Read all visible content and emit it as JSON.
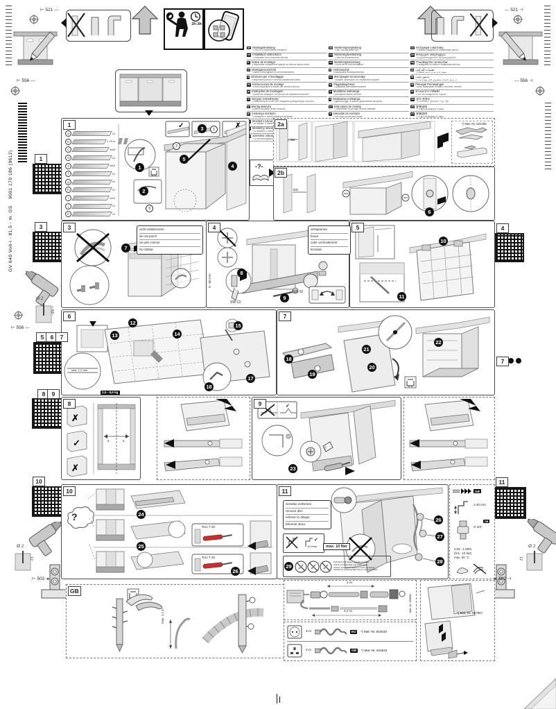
{
  "meta": {
    "doc_vertical": "GV 640 Voll-I - 81,5 - m. GS",
    "doc_number": "9001 170 186 (9612)"
  },
  "dims": {
    "d521": "521",
    "d556": "556",
    "d502": "502",
    "drill_dia": "Ø 2",
    "drill_depth": "12"
  },
  "topbar": {
    "time": "2h-3h"
  },
  "languages": {
    "col1": [
      {
        "code": "de",
        "name": "Montageanleitung",
        "note": "*) nur für Kundendienst erhältlich"
      },
      {
        "code": "en",
        "name": "Installation instructions",
        "note": "*) Available from customer service"
      },
      {
        "code": "fr",
        "name": "Notice de montage",
        "note": "*) disponible uniquement auprès du service après-vente"
      },
      {
        "code": "nl",
        "name": "Montagevoorschrift",
        "note": "*) alleen verkrijgbaar bij de servicedienst"
      },
      {
        "code": "it",
        "name": "Istruzioni per il montaggio",
        "note": "*) disponibili presso il servizio assistenza clienti"
      },
      {
        "code": "es",
        "name": "Instrucciones de montaje",
        "note": "*) solo disponible a través del servicio técnico"
      },
      {
        "code": "pt",
        "name": "Instruções de montagem",
        "note": "*) pode ser adquirido no serviço de assistência técnica"
      },
      {
        "code": "el",
        "name": "Οδηγίες τοποθέτησης",
        "note": "*) διατίθεται μόνο από την υπηρεσία εξυπηρέτησης πελατών"
      },
      {
        "code": "tr",
        "name": "Montaj kılavuzu",
        "note": "*) yetkili servisten temin edilebilir"
      },
      {
        "code": "pl",
        "name": "Instrukcja montażu",
        "note": "*) dostępna w autoryzowanym serwisie"
      },
      {
        "code": "cs",
        "name": "Montážní návod",
        "note": "*) k dostání u zákaznického servisu"
      },
      {
        "code": "sk",
        "name": "Montážny návod",
        "note": "*) k dostaniu v zákazníckom servise"
      },
      {
        "code": "hu",
        "name": "Szerelési útmutató",
        "note": "*) a vevőszolgálatnál kapható"
      }
    ],
    "col2": [
      {
        "code": "da",
        "name": "Monteringsvejledning",
        "note": "*) fås hos kundeservice"
      },
      {
        "code": "no",
        "name": "Monteringsveiledning",
        "note": "*) fås hos kundeservice"
      },
      {
        "code": "sv",
        "name": "Monteringsanvisning",
        "note": "*) finns att få hos kundtjänst"
      },
      {
        "code": "fi",
        "name": "Asennusohje",
        "note": "*) saatavana huoltopalvelusta"
      },
      {
        "code": "ru",
        "name": "Инструкция по монтажу",
        "note": "*) можно приобрести в сервисной службе"
      },
      {
        "code": "et",
        "name": "Paigaldusjuhend",
        "note": "*) saadaval klienditeenindusest"
      },
      {
        "code": "lv",
        "name": "Montāžas instrukcija",
        "note": "*) pieejama klientu servisā"
      },
      {
        "code": "lt",
        "name": "Montavimo instrukcija",
        "note": "*) galima įsigyti iš klientų aptarnavimo tarnybos"
      },
      {
        "code": "ro",
        "name": "Instrucţiuni de montaj",
        "note": "*) disponibile la unităţile service abilitate"
      },
      {
        "code": "sl",
        "name": "Navodila za montažo",
        "note": "*) na voljo pri servisni službi"
      },
      {
        "code": "hr",
        "name": "Upute za montažu",
        "note": "*) dostupno u servisnoj službi"
      },
      {
        "code": "sr",
        "name": "Uputstvo za montažu",
        "note": "*) dostupno u korisničkom servisu"
      },
      {
        "code": "bs",
        "name": "Uputstvo za montažu",
        "note": "*) dostupno kod korisničkog servisa"
      }
    ],
    "col3": [
      {
        "code": "uk",
        "name": "Інструкція з монтажу",
        "note": "*) можна придбати в сервісному центрі"
      },
      {
        "code": "ka",
        "name": "მონტაჟის ინსტრუქცია",
        "note": "*) ხელმისაწვდომია სერვისცენტრში"
      },
      {
        "code": "bg",
        "name": "Ръководство за монтаж",
        "note": "*) предлага се само в сервизния център"
      },
      {
        "code": "ar",
        "name": "تعليمات التركيب",
        "note": "*) متوفر لدى مركز خدمة العملاء"
      },
      {
        "code": "fa",
        "name": "دستور نصب",
        "note": "*) از مرکز خدمات مشتریان قابل تهیه است"
      },
      {
        "code": "id",
        "name": "Petunjuk Pemasangan",
        "note": "*) bisa didapatkan melalui Customer Service"
      },
      {
        "code": "th",
        "name": "คำแนะนำการติดตั้ง",
        "note": "*) มีจำหน่ายที่ศูนย์บริการลูกค้า"
      },
      {
        "code": "ko",
        "name": "설치 설명서",
        "note": "*) 고객서비스 센터에서 구입 가능"
      },
      {
        "code": "zh",
        "name": "安装说明",
        "note": "*) 只能向售后服务中心购买"
      },
      {
        "code": "zh",
        "name": "安裝說明",
        "note": "*) 只能向售後服務中心購買"
      }
    ]
  },
  "qr": {
    "left": [
      [
        "1"
      ],
      [
        "3"
      ],
      [
        "5",
        "6",
        "7"
      ],
      [
        "8",
        "9"
      ],
      [
        "10"
      ]
    ],
    "right": [
      [
        "4"
      ],
      [
        "7"
      ],
      [
        "11"
      ]
    ]
  },
  "panels": {
    "p1": {
      "label": "1",
      "steps": [
        "1",
        "2",
        "3",
        "4",
        "5"
      ],
      "sub": [
        "1",
        "2",
        "3"
      ],
      "parts": [
        {
          "l": "a",
          "q": "2x"
        },
        {
          "l": "b",
          "q": "1,75 m"
        },
        {
          "l": "c",
          "q": "4x45"
        },
        {
          "l": "d",
          "q": "2x"
        },
        {
          "l": "e",
          "q": "4x16"
        },
        {
          "l": "f",
          "q": "2x"
        },
        {
          "l": "g",
          "q": "4x"
        },
        {
          "l": "h",
          "q": "2x"
        },
        {
          "l": "i",
          "q": "4x20"
        },
        {
          "l": "j",
          "q": "2x"
        },
        {
          "l": "k",
          "q": "1x"
        }
      ]
    },
    "p2a": {
      "label": "2a",
      "dim": "≥ 550",
      "note": "*) Mat.-Nr. 622456"
    },
    "p2b": {
      "label": "2b",
      "dim": "600",
      "step": "6"
    },
    "p3": {
      "label": "3",
      "step": "7",
      "warning": [
        "nicht einklemmen",
        "do not pinch",
        "ne pas coincer",
        "No doblar"
      ]
    },
    "p4": {
      "label": "4",
      "steps": [
        "8",
        "9"
      ],
      "warning": [
        "verspannen",
        "brace",
        "caler verticalement",
        "Enrasar"
      ],
      "sw1": "SW 13",
      "sw2": "SW 10",
      "range": "0 - 60 mm"
    },
    "p5": {
      "label": "5",
      "steps": [
        "10",
        "11"
      ]
    },
    "p6": {
      "label": "6",
      "steps": [
        "12",
        "13",
        "14",
        "15",
        "17",
        "18"
      ],
      "weight": "2,5 - 8,5 kg",
      "gap": "max. 1,2 mm"
    },
    "p7": {
      "label": "7",
      "steps": [
        "18",
        "19",
        "20",
        "21",
        "22"
      ]
    },
    "p8": {
      "label": "8"
    },
    "p9": {
      "label": "9",
      "step": "23"
    },
    "p10": {
      "label": "10",
      "steps": [
        "24",
        "25",
        "26"
      ],
      "tool": "Torx T 20",
      "q": "?"
    },
    "p11": {
      "label": "11",
      "steps": [
        "26",
        "27",
        "28",
        "29"
      ],
      "warning": [
        "Scheibe entfernen",
        "remove disc",
        "enlever le disque",
        "Eliminar disco"
      ],
      "torque": "max. 10 Nm",
      "flow": "10 l/min",
      "leak_note": [
        "Dichtheit nach einem Spülgang prüfen.",
        "Check for leaks after one wash cycle.",
        "Vérifier l'étanchéité après un cycle de lavage.",
        "Verificar la estanqueidad tras un ciclo de lavado."
      ],
      "specs": {
        "gb": "GB",
        "clearance": "≥ 30 mm",
        "thread": "G 3/4\"",
        "pressure": "0,05 - 1 MPa",
        "pressure_bar": "(0,5 - 10 bar)",
        "temp": "max. 60 °C"
      }
    }
  },
  "footer": {
    "gb_panel": {
      "label": "GB",
      "height": "max. 1,1 m"
    },
    "hose_box": {
      "len_top": "2 m",
      "len_bottom": "2,2 m",
      "mat": "Mat.-Nr. 358984"
    },
    "power_rows": [
      {
        "len": "3 m",
        "badge": "EU",
        "mat": "*) Mat.-Nr. 644533"
      },
      {
        "len": "3 m",
        "badge": "GB",
        "mat": "*) Mat.-Nr. 644534"
      }
    ],
    "spare": {
      "mat": "*) Mat.-Nr. 657907"
    }
  }
}
